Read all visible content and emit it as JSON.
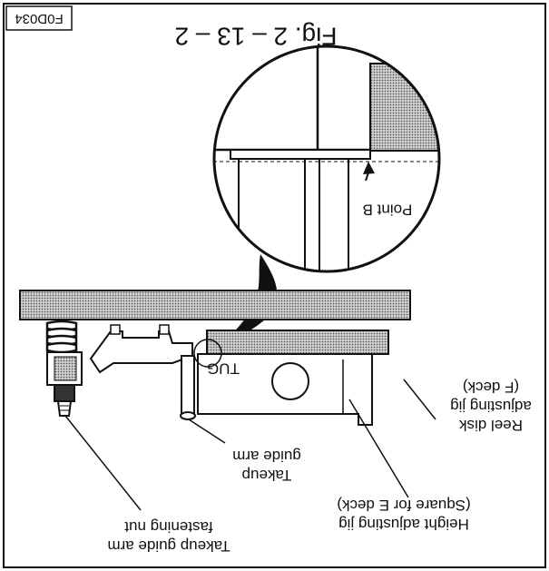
{
  "figure": {
    "title": "Fig. 2 – 13 – 2",
    "code": "F0D034"
  },
  "labels": {
    "point_b": "Point B",
    "tug": "TUG",
    "reel_disk_jig": [
      "Reel disk",
      "adjusting jig",
      "(F deck)"
    ],
    "height_jig": [
      "Height adjusting jig",
      "(Square for E deck)"
    ],
    "takeup_guide_arm": [
      "Takeup",
      "guide arm"
    ],
    "takeup_nut": [
      "Takeup guide arm",
      "fastening nut"
    ]
  },
  "colors": {
    "ink": "#111111",
    "paper": "#ffffff",
    "stipple": "#8a8a8a"
  }
}
